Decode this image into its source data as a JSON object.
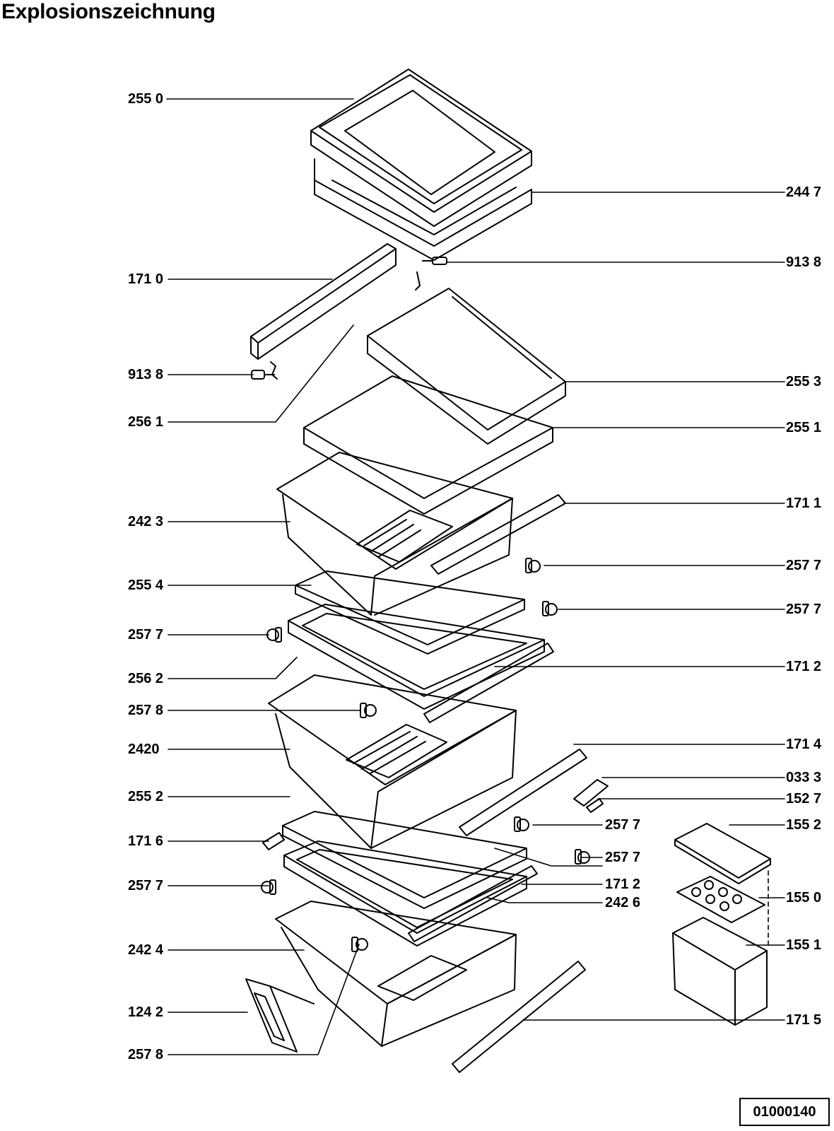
{
  "title": "Explosionszeichnung",
  "document_number": "01000140",
  "labels": {
    "left": [
      "255 0",
      "171 0",
      "913 8",
      "256 1",
      "242 3",
      "255 4",
      "257 7",
      "256 2",
      "257 8",
      "2420",
      "255 2",
      "171 6",
      "257 7",
      "242 4",
      "124 2",
      "257 8"
    ],
    "right": [
      "244 7",
      "913 8",
      "255 3",
      "255 1",
      "171 1",
      "257 7",
      "257 7",
      "171 2",
      "171 4",
      "033 3",
      "152 7",
      "155 2",
      "155 0",
      "155 1",
      "171 5"
    ],
    "middle": [
      "257 7",
      "257 7",
      "171 2",
      "242 6"
    ]
  }
}
